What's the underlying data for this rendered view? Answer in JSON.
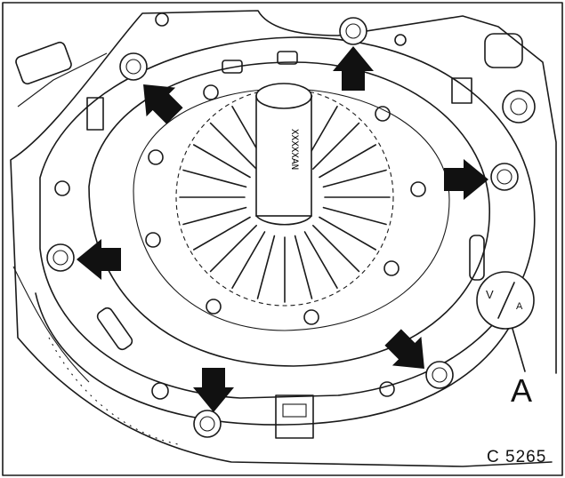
{
  "figure": {
    "reference": "C 5265",
    "callout": "A",
    "inset_marks": [
      "V",
      "A"
    ],
    "shaft_marking": "XXXXXAN",
    "arrow_color": "#111111",
    "line_color": "#1a1a1a"
  }
}
